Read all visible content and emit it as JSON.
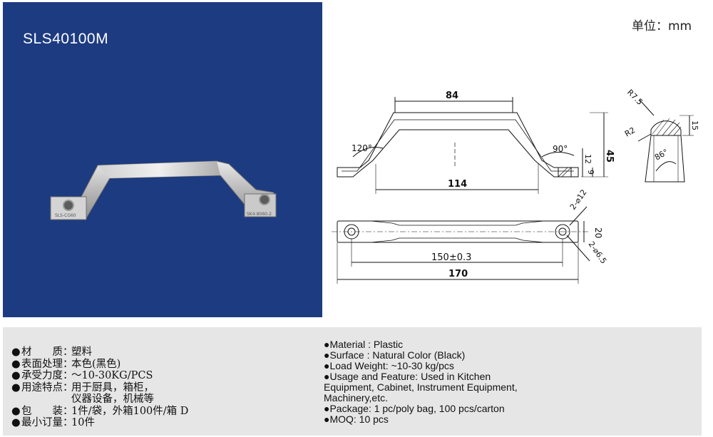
{
  "product": {
    "model": "SLS40100M",
    "unit_label": "单位：mm",
    "photo_marking_left": "SLS-CG60",
    "photo_marking_right": "SK4-8060-2"
  },
  "dimensions": {
    "side": {
      "width_top": "84",
      "angle_left": "120°",
      "angle_right": "90°",
      "height": "45",
      "foot": "12",
      "foot_thickness": "9",
      "span": "114"
    },
    "top": {
      "hole_big": "2-⌀12",
      "width": "20",
      "hole_center": "150±0.3",
      "hole_small": "2-⌀6.5",
      "length": "170"
    },
    "section": {
      "radius_top": "R7.5",
      "radius_side": "R2",
      "height": "15",
      "angle": "86°"
    }
  },
  "specs_cn": [
    {
      "label": "材　　质：",
      "value": "塑料"
    },
    {
      "label": "表面处理：",
      "value": "本色(黑色)"
    },
    {
      "label": "承受力度：",
      "value": "～10-30KG/PCS"
    },
    {
      "label": "用途特点：",
      "value": "用于厨具，箱柜，",
      "value2": "仪器设备，机械等"
    },
    {
      "label": "包　　装：",
      "value": "1件/袋，外箱100件/箱 D"
    },
    {
      "label": "最小订量：",
      "value": "10件"
    }
  ],
  "specs_en": {
    "material": "●Material : Plastic",
    "surface": "●Surface : Natural Color (Black)",
    "load": "●Load Weight: ~10-30 kg/pcs",
    "usage_1": "●Usage and Feature: Used in Kitchen",
    "usage_2": "Equipment, Cabinet, Instrument Equipment,",
    "usage_3": "Machinery,etc.",
    "package": "●Package: 1 pc/poly bag, 100 pcs/carton",
    "moq": "●MOQ: 10 pcs"
  }
}
